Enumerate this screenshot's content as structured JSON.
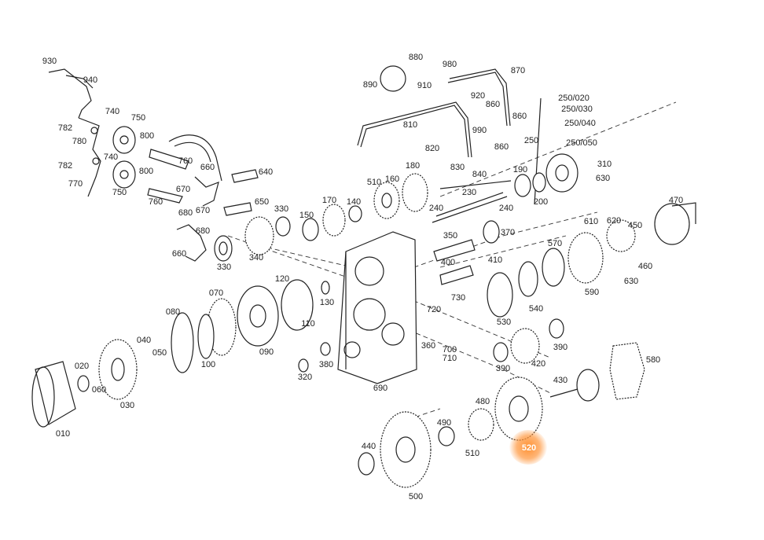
{
  "highlight": {
    "part": "520",
    "color": "#ff8c28"
  },
  "parts": [
    {
      "id": "p930",
      "label": "930"
    },
    {
      "id": "p940",
      "label": "940"
    },
    {
      "id": "p740a",
      "label": "740"
    },
    {
      "id": "p750a",
      "label": "750"
    },
    {
      "id": "p782a",
      "label": "782"
    },
    {
      "id": "p780",
      "label": "780"
    },
    {
      "id": "p800a",
      "label": "800"
    },
    {
      "id": "p782b",
      "label": "782"
    },
    {
      "id": "p740b",
      "label": "740"
    },
    {
      "id": "p800b",
      "label": "800"
    },
    {
      "id": "p770",
      "label": "770"
    },
    {
      "id": "p750b",
      "label": "750"
    },
    {
      "id": "p760a",
      "label": "760"
    },
    {
      "id": "p660a",
      "label": "660"
    },
    {
      "id": "p640",
      "label": "640"
    },
    {
      "id": "p670a",
      "label": "670"
    },
    {
      "id": "p760b",
      "label": "760"
    },
    {
      "id": "p680a",
      "label": "680"
    },
    {
      "id": "p670b",
      "label": "670"
    },
    {
      "id": "p650",
      "label": "650"
    },
    {
      "id": "p680b",
      "label": "680"
    },
    {
      "id": "p660b",
      "label": "660"
    },
    {
      "id": "p330a",
      "label": "330"
    },
    {
      "id": "p330b",
      "label": "330"
    },
    {
      "id": "p340",
      "label": "340"
    },
    {
      "id": "p150",
      "label": "150"
    },
    {
      "id": "p170",
      "label": "170"
    },
    {
      "id": "p140",
      "label": "140"
    },
    {
      "id": "p510a",
      "label": "510"
    },
    {
      "id": "p160",
      "label": "160"
    },
    {
      "id": "p180",
      "label": "180"
    },
    {
      "id": "p880",
      "label": "880"
    },
    {
      "id": "p980",
      "label": "980"
    },
    {
      "id": "p890",
      "label": "890"
    },
    {
      "id": "p910",
      "label": "910"
    },
    {
      "id": "p870",
      "label": "870"
    },
    {
      "id": "p920",
      "label": "920"
    },
    {
      "id": "p860a",
      "label": "860"
    },
    {
      "id": "p810",
      "label": "810"
    },
    {
      "id": "p990",
      "label": "990"
    },
    {
      "id": "p860b",
      "label": "860"
    },
    {
      "id": "p860c",
      "label": "860"
    },
    {
      "id": "p250",
      "label": "250"
    },
    {
      "id": "p820",
      "label": "820"
    },
    {
      "id": "p830",
      "label": "830"
    },
    {
      "id": "p840",
      "label": "840"
    },
    {
      "id": "p190",
      "label": "190"
    },
    {
      "id": "p200",
      "label": "200"
    },
    {
      "id": "p250_020",
      "label": "250/020"
    },
    {
      "id": "p250_030",
      "label": "250/030"
    },
    {
      "id": "p250_040",
      "label": "250/040"
    },
    {
      "id": "p250_050",
      "label": "250/050"
    },
    {
      "id": "p310",
      "label": "310"
    },
    {
      "id": "p630a",
      "label": "630"
    },
    {
      "id": "p230",
      "label": "230"
    },
    {
      "id": "p240a",
      "label": "240"
    },
    {
      "id": "p240b",
      "label": "240"
    },
    {
      "id": "p470",
      "label": "470"
    },
    {
      "id": "p610",
      "label": "610"
    },
    {
      "id": "p620",
      "label": "620"
    },
    {
      "id": "p450",
      "label": "450"
    },
    {
      "id": "p350",
      "label": "350"
    },
    {
      "id": "p370",
      "label": "370"
    },
    {
      "id": "p570",
      "label": "570"
    },
    {
      "id": "p400",
      "label": "400"
    },
    {
      "id": "p410",
      "label": "410"
    },
    {
      "id": "p460",
      "label": "460"
    },
    {
      "id": "p630b",
      "label": "630"
    },
    {
      "id": "p590",
      "label": "590"
    },
    {
      "id": "p120",
      "label": "120"
    },
    {
      "id": "p070",
      "label": "070"
    },
    {
      "id": "p730",
      "label": "730"
    },
    {
      "id": "p720",
      "label": "720"
    },
    {
      "id": "p130",
      "label": "130"
    },
    {
      "id": "p080",
      "label": "080"
    },
    {
      "id": "p110",
      "label": "110"
    },
    {
      "id": "p540",
      "label": "540"
    },
    {
      "id": "p530",
      "label": "530"
    },
    {
      "id": "p040",
      "label": "040"
    },
    {
      "id": "p050",
      "label": "050"
    },
    {
      "id": "p090",
      "label": "090"
    },
    {
      "id": "p100",
      "label": "100"
    },
    {
      "id": "p360",
      "label": "360"
    },
    {
      "id": "p700",
      "label": "700"
    },
    {
      "id": "p710",
      "label": "710"
    },
    {
      "id": "p390a",
      "label": "390"
    },
    {
      "id": "p390b",
      "label": "390"
    },
    {
      "id": "p420",
      "label": "420"
    },
    {
      "id": "p580",
      "label": "580"
    },
    {
      "id": "p020",
      "label": "020"
    },
    {
      "id": "p060",
      "label": "060"
    },
    {
      "id": "p030",
      "label": "030"
    },
    {
      "id": "p380",
      "label": "380"
    },
    {
      "id": "p320",
      "label": "320"
    },
    {
      "id": "p690",
      "label": "690"
    },
    {
      "id": "p430",
      "label": "430"
    },
    {
      "id": "p010",
      "label": "010"
    },
    {
      "id": "p480",
      "label": "480"
    },
    {
      "id": "p490",
      "label": "490"
    },
    {
      "id": "p440",
      "label": "440"
    },
    {
      "id": "p510b",
      "label": "510"
    },
    {
      "id": "p520",
      "label": "520"
    },
    {
      "id": "p500",
      "label": "500"
    }
  ]
}
